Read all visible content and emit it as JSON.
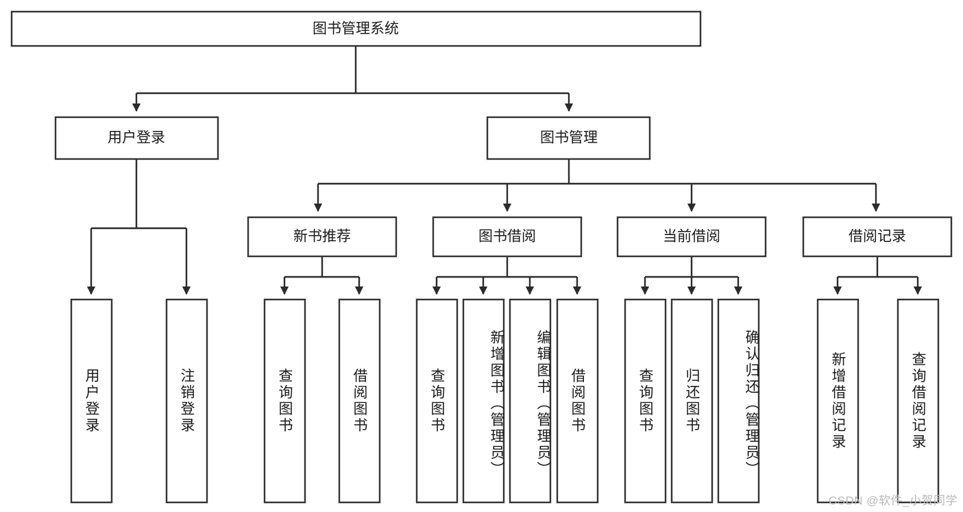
{
  "diagram": {
    "type": "tree",
    "title": "图书管理系统",
    "watermark": "CSDN @软件_小贺同学",
    "colors": {
      "box_stroke": "#333333",
      "box_fill": "#ffffff",
      "connector": "#2b2b2b",
      "text": "#1a1a1a",
      "background": "#ffffff",
      "watermark": "#b9b9b9"
    },
    "levels": {
      "root": {
        "label": "图书管理系统"
      },
      "level2": [
        {
          "label": "用户登录"
        },
        {
          "label": "图书管理"
        }
      ],
      "level3": [
        {
          "label": "新书推荐"
        },
        {
          "label": "图书借阅"
        },
        {
          "label": "当前借阅"
        },
        {
          "label": "借阅记录"
        }
      ],
      "leaves": {
        "user_login": [
          {
            "label": "用户登录"
          },
          {
            "label": "注销登录"
          }
        ],
        "new_book_recommend": [
          {
            "label": "查询图书"
          },
          {
            "label": "借阅图书"
          }
        ],
        "book_borrow": [
          {
            "label": "查询图书"
          },
          {
            "label": "新增图书（管理员）"
          },
          {
            "label": "编辑图书（管理员）"
          },
          {
            "label": "借阅图书"
          }
        ],
        "current_borrow": [
          {
            "label": "查询图书"
          },
          {
            "label": "归还图书"
          },
          {
            "label": "确认归还（管理员）"
          }
        ],
        "borrow_records": [
          {
            "label": "新增借阅记录"
          },
          {
            "label": "查询借阅记录"
          }
        ]
      }
    }
  }
}
